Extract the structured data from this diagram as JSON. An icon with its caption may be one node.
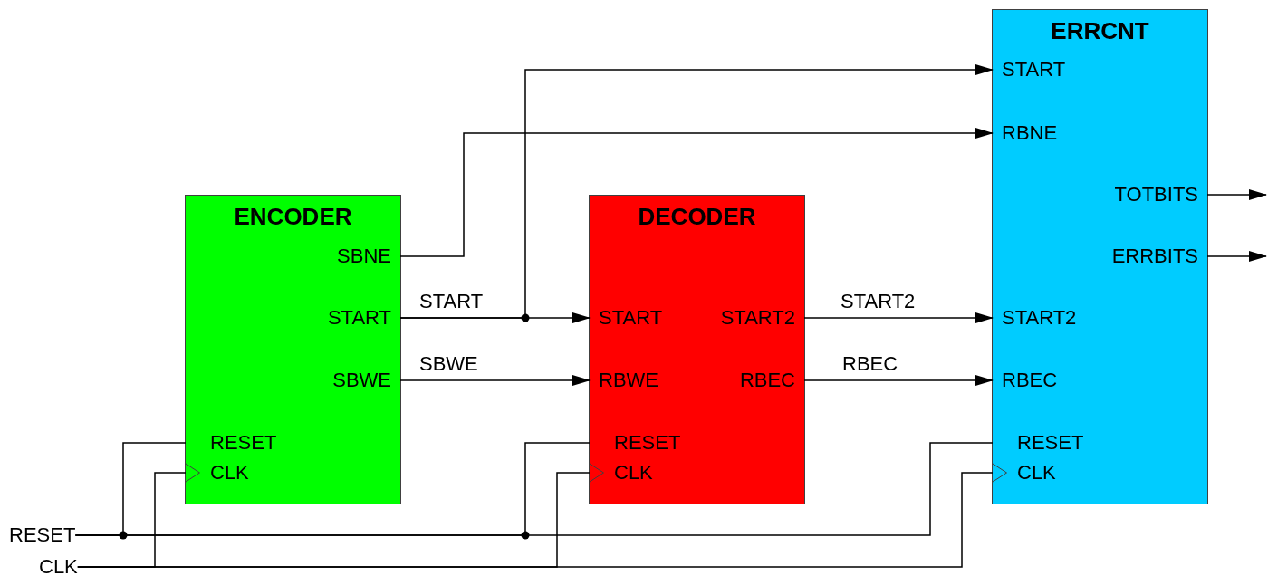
{
  "diagram": {
    "nodes": [
      {
        "text": [
          "ENCODER"
        ]
      },
      {
        "text": [
          "SBNE"
        ],
        "in": 0
      },
      {
        "text": [
          "START"
        ],
        "in": 0
      },
      {
        "text": [
          "SBWE"
        ],
        "in": 0
      },
      {
        "text": [
          "RESET"
        ],
        "in": 0
      },
      {
        "text": [
          "CLK"
        ],
        "in": 0
      },
      {
        "text": [
          "DECODER"
        ]
      },
      {
        "text": [
          "START"
        ],
        "in": 6
      },
      {
        "text": [
          "START2"
        ],
        "in": 6
      },
      {
        "text": [
          "RBWE"
        ],
        "in": 6
      },
      {
        "text": [
          "RBEC"
        ],
        "in": 6
      },
      {
        "text": [
          "RESET"
        ],
        "in": 6
      },
      {
        "text": [
          "CLK"
        ],
        "in": 6
      },
      {
        "text": [
          "ERRCNT"
        ]
      },
      {
        "text": [
          "START"
        ],
        "in": 13
      },
      {
        "text": [
          "RBNE"
        ],
        "in": 13
      },
      {
        "text": [
          "TOTBITS"
        ],
        "in": 13
      },
      {
        "text": [
          "ERRBITS"
        ],
        "in": 13
      },
      {
        "text": [
          "START2"
        ],
        "in": 13
      },
      {
        "text": [
          "RBEC"
        ],
        "in": 13
      },
      {
        "text": [
          "RESET"
        ],
        "in": 13
      },
      {
        "text": [
          "CLK"
        ],
        "in": 13
      },
      {
        "text": [
          "RESET"
        ]
      },
      {
        "text": [
          "CLK"
        ]
      }
    ],
    "edges": [
      {
        "from": 1,
        "to": 15,
        "arrow": "to"
      },
      {
        "from": 2,
        "to": 7,
        "arrow": "to",
        "label": "START"
      },
      {
        "from": 2,
        "to": 14,
        "arrow": "to"
      },
      {
        "from": 3,
        "to": 9,
        "arrow": "to",
        "label": "SBWE"
      },
      {
        "from": 8,
        "to": 18,
        "arrow": "to",
        "label": "START2"
      },
      {
        "from": 10,
        "to": 19,
        "arrow": "to",
        "label": "RBEC"
      },
      {
        "from": 16,
        "to": null,
        "arrow": "to"
      },
      {
        "from": 17,
        "to": null,
        "arrow": "to"
      },
      {
        "from": 22,
        "to": 4,
        "arrow": "none"
      },
      {
        "from": 22,
        "to": 11,
        "arrow": "none"
      },
      {
        "from": 22,
        "to": 20,
        "arrow": "none"
      },
      {
        "from": 23,
        "to": 5,
        "arrow": "to"
      },
      {
        "from": 23,
        "to": 12,
        "arrow": "to"
      },
      {
        "from": 23,
        "to": 21,
        "arrow": "to"
      }
    ]
  }
}
